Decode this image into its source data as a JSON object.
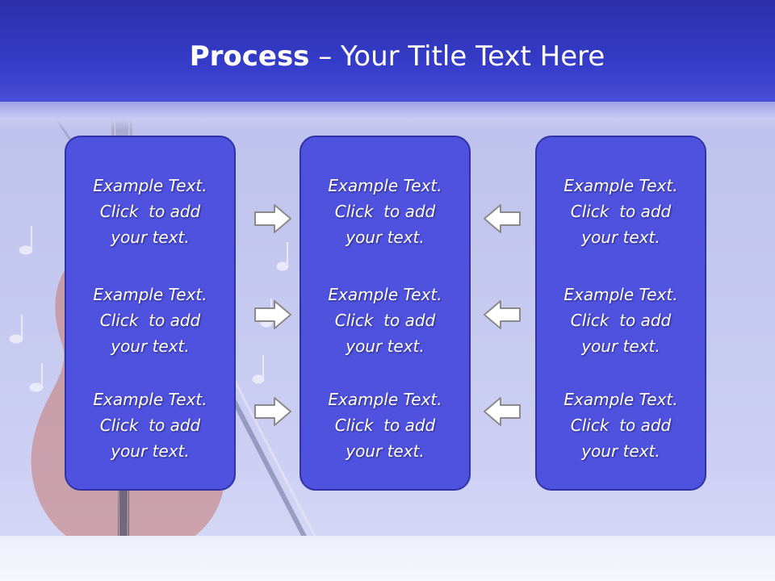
{
  "slide": {
    "title_bold": "Process",
    "title_rest": " – Your Title Text Here",
    "colors": {
      "header": "#353cc9",
      "panel_fill": "#4f52de",
      "panel_border": "#2f33a6",
      "arrow_fill": "#ffffff",
      "arrow_stroke": "#8a8a8a"
    },
    "columns": [
      {
        "items": [
          {
            "line1": "Example Text.",
            "line2": "Click  to add",
            "line3": "your text."
          },
          {
            "line1": "Example Text.",
            "line2": "Click  to add",
            "line3": "your text."
          },
          {
            "line1": "Example Text.",
            "line2": "Click  to add",
            "line3": "your text."
          }
        ]
      },
      {
        "items": [
          {
            "line1": "Example Text.",
            "line2": "Click  to add",
            "line3": "your text."
          },
          {
            "line1": "Example Text.",
            "line2": "Click  to add",
            "line3": "your text."
          },
          {
            "line1": "Example Text.",
            "line2": "Click  to add",
            "line3": "your text."
          }
        ]
      },
      {
        "items": [
          {
            "line1": "Example Text.",
            "line2": "Click  to add",
            "line3": "your text."
          },
          {
            "line1": "Example Text.",
            "line2": "Click  to add",
            "line3": "your text."
          },
          {
            "line1": "Example Text.",
            "line2": "Click  to add",
            "line3": "your text."
          }
        ]
      }
    ],
    "arrows_left": [
      "arrow-right-icon",
      "arrow-right-icon",
      "arrow-right-icon"
    ],
    "arrows_right": [
      "arrow-left-icon",
      "arrow-left-icon",
      "arrow-left-icon"
    ]
  }
}
